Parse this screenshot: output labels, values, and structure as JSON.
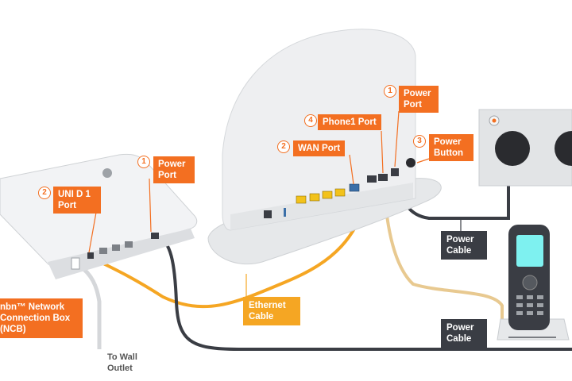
{
  "modem": {
    "power_port": {
      "number": "1",
      "label": "Power Port"
    },
    "wan_port": {
      "number": "2",
      "label": "WAN Port"
    },
    "power_button": {
      "number": "3",
      "label": "Power Button"
    },
    "phone_port": {
      "number": "4",
      "label": "Phone1 Port"
    }
  },
  "nbn_box": {
    "uni_port": {
      "number": "2",
      "label": "UNI D 1 Port"
    },
    "power_port": {
      "number": "1",
      "label": "Power Port"
    },
    "name": "nbn™ Network Connection Box (NCB)"
  },
  "cables": {
    "ethernet": "Ethernet Cable",
    "power_modem": "Power Cable",
    "power_nbn": "Power Cable",
    "wall": "To Wall Outlet"
  },
  "colors": {
    "accent": "#f36f21",
    "ethernet": "#f5a623",
    "power": "#3a3d44",
    "phone_line": "#e8c990",
    "port_yellow": "#f2c21b",
    "port_blue": "#3b6fa8"
  }
}
